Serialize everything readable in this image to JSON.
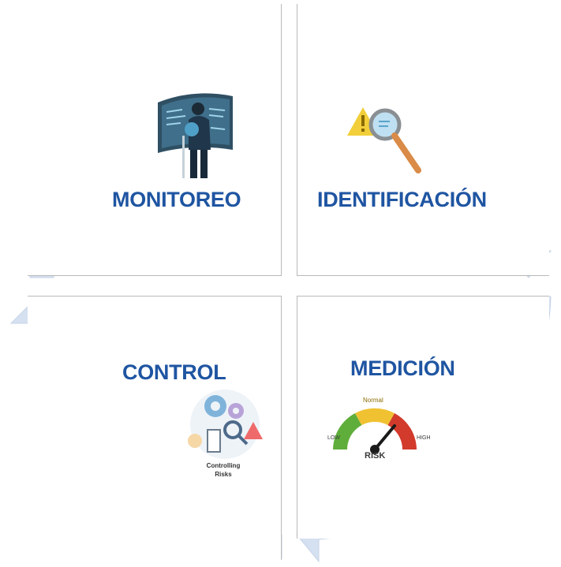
{
  "stages": [
    {
      "id": "monitoreo",
      "label": "MONITOREO",
      "illustration": "monitoring-person-icon"
    },
    {
      "id": "identificacion",
      "label": "IDENTIFICACIÓN",
      "illustration": "warning-magnifier-icon"
    },
    {
      "id": "medicion",
      "label": "MEDICIÓN",
      "illustration": "risk-gauge-icon",
      "gauge": {
        "title": "Normal",
        "low": "LOW",
        "high": "HIGH",
        "center": "RISK"
      }
    },
    {
      "id": "control",
      "label": "CONTROL",
      "illustration": "controlling-risks-icon",
      "caption_line1": "Controlling",
      "caption_line2": "Risks"
    }
  ],
  "colors": {
    "label": "#1f55a2",
    "arrow": "#d5e0f0",
    "divider": "#b9b9b9"
  }
}
